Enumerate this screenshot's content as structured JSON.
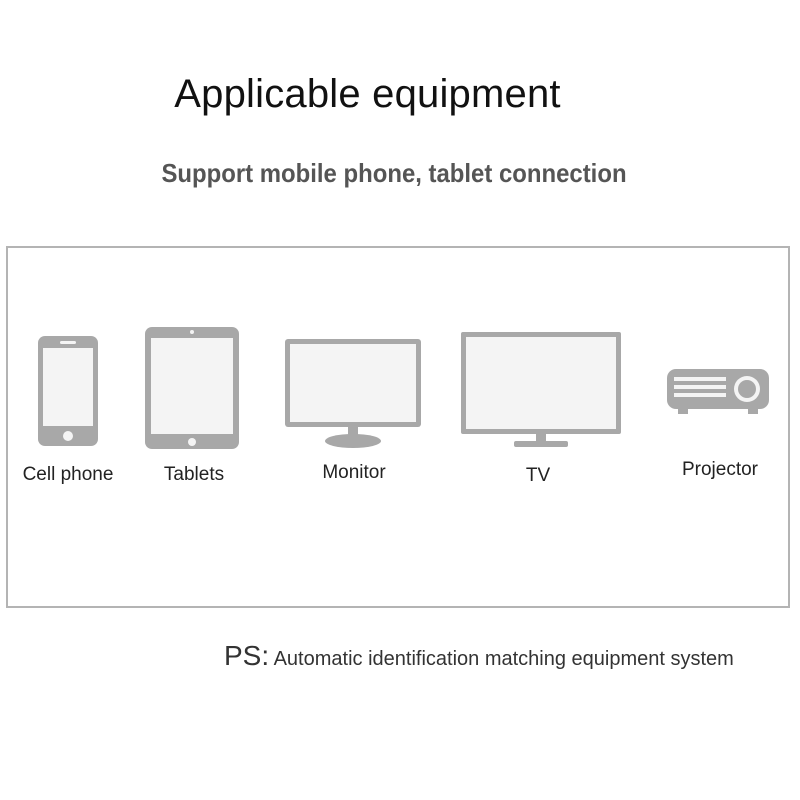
{
  "header": {
    "title": "Applicable equipment",
    "subtitle": "Support mobile phone, tablet connection"
  },
  "devices": [
    {
      "label": "Cell phone",
      "icon": "cell-phone-icon"
    },
    {
      "label": "Tablets",
      "icon": "tablet-icon"
    },
    {
      "label": "Monitor",
      "icon": "monitor-icon"
    },
    {
      "label": "TV",
      "icon": "tv-icon"
    },
    {
      "label": "Projector",
      "icon": "projector-icon"
    }
  ],
  "footer": {
    "prefix": "PS:",
    "note": "Automatic identification matching equipment system"
  },
  "colors": {
    "icon_gray": "#a8a8a8",
    "screen_fill": "#f4f4f4",
    "panel_border": "#b4b4b4"
  }
}
